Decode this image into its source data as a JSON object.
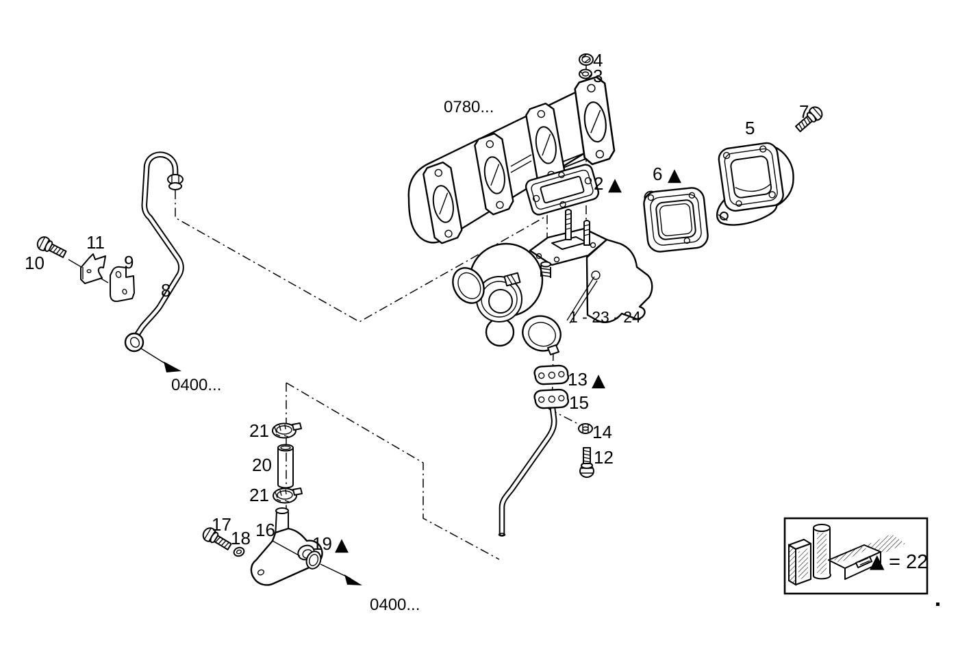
{
  "figure": {
    "references": {
      "r0780": "0780...",
      "r0400_top": "0400...",
      "r0400_bottom": "0400...",
      "turbo_group": "1 - 23 - 24"
    },
    "callouts": {
      "c2": "2",
      "c3": "3",
      "c4": "4",
      "c5": "5",
      "c6": "6",
      "c7": "7",
      "c8": "8",
      "c9": "9",
      "c10": "10",
      "c11": "11",
      "c12": "12",
      "c13": "13",
      "c14": "14",
      "c15": "15",
      "c16": "16",
      "c17": "17",
      "c18": "18",
      "c19": "19",
      "c20": "20",
      "c21_upper": "21",
      "c21_lower": "21"
    },
    "marks": {
      "gasket_kit_triangle": "▲"
    },
    "legend": {
      "triangle": "▲",
      "text": "= 22"
    },
    "colors": {
      "line": "#000000",
      "background": "#ffffff"
    }
  }
}
